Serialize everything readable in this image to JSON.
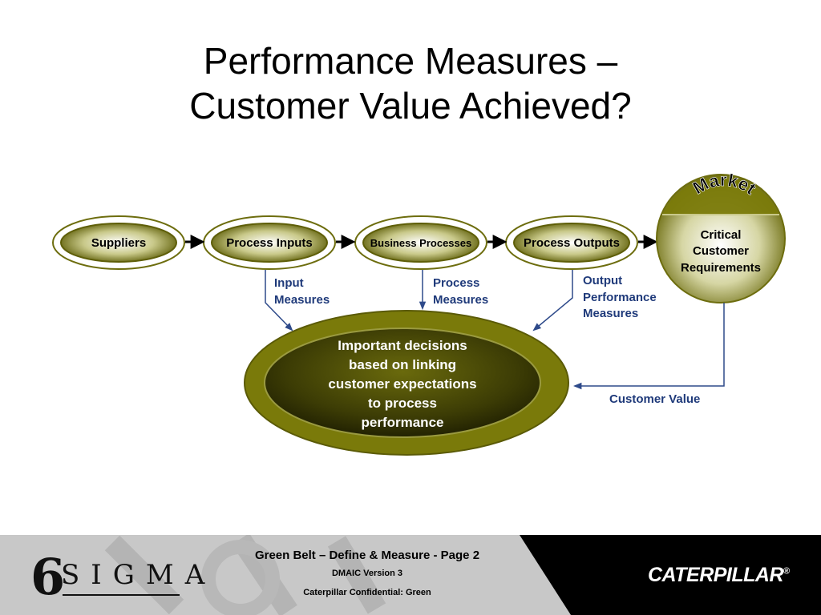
{
  "slide": {
    "title_line1": "Performance Measures –",
    "title_line2": "Customer Value Achieved?"
  },
  "diagram": {
    "nodes": [
      {
        "id": "suppliers",
        "label": "Suppliers"
      },
      {
        "id": "process-inputs",
        "label": "Process Inputs"
      },
      {
        "id": "business-processes",
        "label": "Business Processes"
      },
      {
        "id": "process-outputs",
        "label": "Process Outputs"
      }
    ],
    "market": {
      "arc_label": "Market",
      "lines": [
        "Critical",
        "Customer",
        "Requirements"
      ]
    },
    "center": {
      "lines": [
        "Important decisions",
        "based on linking",
        "customer expectations",
        "to process",
        "performance"
      ]
    },
    "measures": {
      "input": [
        "Input",
        "Measures"
      ],
      "process": [
        "Process",
        "Measures"
      ],
      "output": [
        "Output",
        "Performance",
        "Measures"
      ],
      "customer_value": "Customer Value"
    },
    "colors": {
      "olive": "#7a7a0a",
      "olive_dark": "#2e2e05",
      "label_blue": "#1f3a7a",
      "arrow_blue": "#2e4a8a"
    }
  },
  "footer": {
    "line1": "Green Belt – Define & Measure - Page 2",
    "line2": "DMAIC Version 3",
    "line3": "Caterpillar Confidential: Green",
    "logo_number": "6",
    "logo_word": "SIGMA",
    "brand": "CATERPILLAR",
    "brand_mark": "®"
  }
}
